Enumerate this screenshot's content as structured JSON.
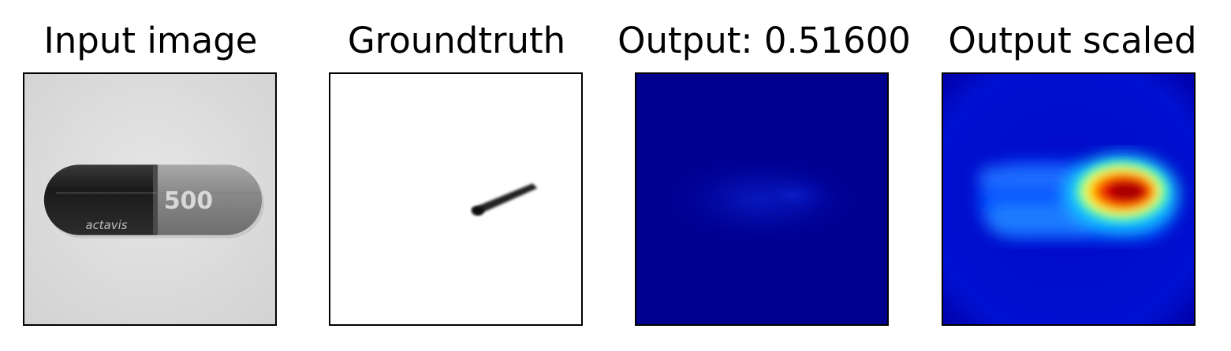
{
  "panels": [
    {
      "title": "Input image"
    },
    {
      "title": "Groundtruth"
    },
    {
      "title": "Output: 0.51600"
    },
    {
      "title": "Output scaled"
    }
  ],
  "capsule": {
    "logo_text": "actavis",
    "dose_text": "500"
  },
  "colors": {
    "input_background": "#dedede",
    "capsule_dark": "#1f1f1f",
    "capsule_light": "#8c8c8c",
    "groundtruth_background": "#ffffff",
    "groundtruth_defect": "#111111",
    "heatmap_low": "#00008f",
    "heatmap_mid": "#0070ff",
    "heatmap_high": "#c80000"
  }
}
